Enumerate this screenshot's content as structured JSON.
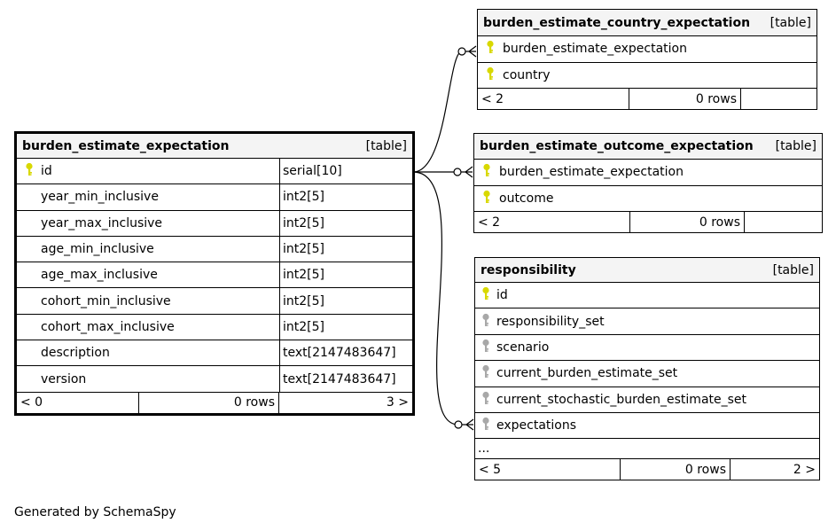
{
  "main_table": {
    "name": "burden_estimate_expectation",
    "kind": "[table]",
    "columns": [
      {
        "name": "id",
        "type": "serial[10]",
        "key": "primary"
      },
      {
        "name": "year_min_inclusive",
        "type": "int2[5]",
        "key": "none"
      },
      {
        "name": "year_max_inclusive",
        "type": "int2[5]",
        "key": "none"
      },
      {
        "name": "age_min_inclusive",
        "type": "int2[5]",
        "key": "none"
      },
      {
        "name": "age_max_inclusive",
        "type": "int2[5]",
        "key": "none"
      },
      {
        "name": "cohort_min_inclusive",
        "type": "int2[5]",
        "key": "none"
      },
      {
        "name": "cohort_max_inclusive",
        "type": "int2[5]",
        "key": "none"
      },
      {
        "name": "description",
        "type": "text[2147483647]",
        "key": "none"
      },
      {
        "name": "version",
        "type": "text[2147483647]",
        "key": "none"
      }
    ],
    "footer": {
      "parents": "< 0",
      "rows": "0 rows",
      "children": "3 >"
    }
  },
  "country_table": {
    "name": "burden_estimate_country_expectation",
    "kind": "[table]",
    "columns": [
      {
        "name": "burden_estimate_expectation",
        "key": "primary"
      },
      {
        "name": "country",
        "key": "primary"
      }
    ],
    "footer": {
      "parents": "< 2",
      "rows": "0 rows",
      "children": ""
    }
  },
  "outcome_table": {
    "name": "burden_estimate_outcome_expectation",
    "kind": "[table]",
    "columns": [
      {
        "name": "burden_estimate_expectation",
        "key": "primary"
      },
      {
        "name": "outcome",
        "key": "primary"
      }
    ],
    "footer": {
      "parents": "< 2",
      "rows": "0 rows",
      "children": ""
    }
  },
  "responsibility_table": {
    "name": "responsibility",
    "kind": "[table]",
    "columns": [
      {
        "name": "id",
        "key": "primary"
      },
      {
        "name": "responsibility_set",
        "key": "foreign"
      },
      {
        "name": "scenario",
        "key": "foreign"
      },
      {
        "name": "current_burden_estimate_set",
        "key": "foreign"
      },
      {
        "name": "current_stochastic_burden_estimate_set",
        "key": "foreign"
      },
      {
        "name": "expectations",
        "key": "foreign"
      }
    ],
    "ellipsis": "...",
    "footer": {
      "parents": "< 5",
      "rows": "0 rows",
      "children": "2 >"
    }
  },
  "generated_by": "Generated by SchemaSpy",
  "colors": {
    "primary_key": "#d8d800",
    "foreign_key": "#a8a8a8",
    "header_bg": "#f4f4f4"
  }
}
